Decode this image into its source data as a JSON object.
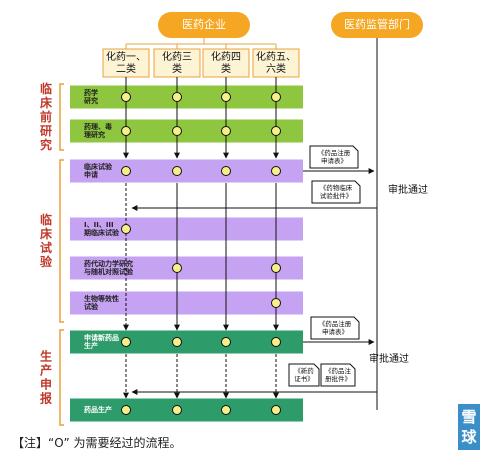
{
  "header": {
    "company_label": "医药企业",
    "regulator_label": "医药监管部门"
  },
  "categories": [
    "化药一、\n二类",
    "化药三\n类",
    "化药四\n类",
    "化药五、\n六类"
  ],
  "sections": [
    {
      "label": "临\n床\n前\n研\n究"
    },
    {
      "label": "临\n床\n试\n验"
    },
    {
      "label": "生\n产\n申\n报"
    }
  ],
  "stages": [
    {
      "label": "药学\n研究",
      "color": "#8ec63f"
    },
    {
      "label": "药理、毒\n理研究",
      "color": "#8ec63f"
    },
    {
      "label": "临床试验\n申请",
      "color": "#c6a2f2"
    },
    {
      "label": "I、II、III\n期临床试验",
      "color": "#c6a2f2"
    },
    {
      "label": "药代动力学研究\n与随机对照试验",
      "color": "#c6a2f2"
    },
    {
      "label": "生物等效性\n试验",
      "color": "#c6a2f2"
    },
    {
      "label": "申请新药品\n生产",
      "color": "#2e9b6a"
    },
    {
      "label": "药品生产",
      "color": "#2e9b6a"
    }
  ],
  "nodes": [
    [
      true,
      true,
      true,
      true
    ],
    [
      true,
      true,
      true,
      true
    ],
    [
      true,
      true,
      true,
      true
    ],
    [
      true,
      false,
      false,
      false
    ],
    [
      false,
      true,
      false,
      true
    ],
    [
      false,
      false,
      false,
      true
    ],
    [
      true,
      true,
      true,
      true
    ],
    [
      true,
      true,
      true,
      true
    ]
  ],
  "documents": [
    {
      "label": "《药品注册\n申请表》"
    },
    {
      "label": "《药物临床\n试验批件》"
    },
    {
      "label": "《药品注册\n申请表》"
    },
    {
      "label": "《新药\n证书》"
    },
    {
      "label": "《药品注\n册批件》"
    }
  ],
  "approvals": [
    "审批通过",
    "审批通过"
  ],
  "note": "【注】“O” 为需要经过的流程。",
  "watermark": "雪\n球",
  "colors": {
    "header_fill": "#f5a623",
    "green": "#8ec63f",
    "purple": "#c6a2f2",
    "dark_green": "#2e9b6a",
    "node_fill": "#f7ef8a",
    "bracket": "#e9a23b"
  }
}
